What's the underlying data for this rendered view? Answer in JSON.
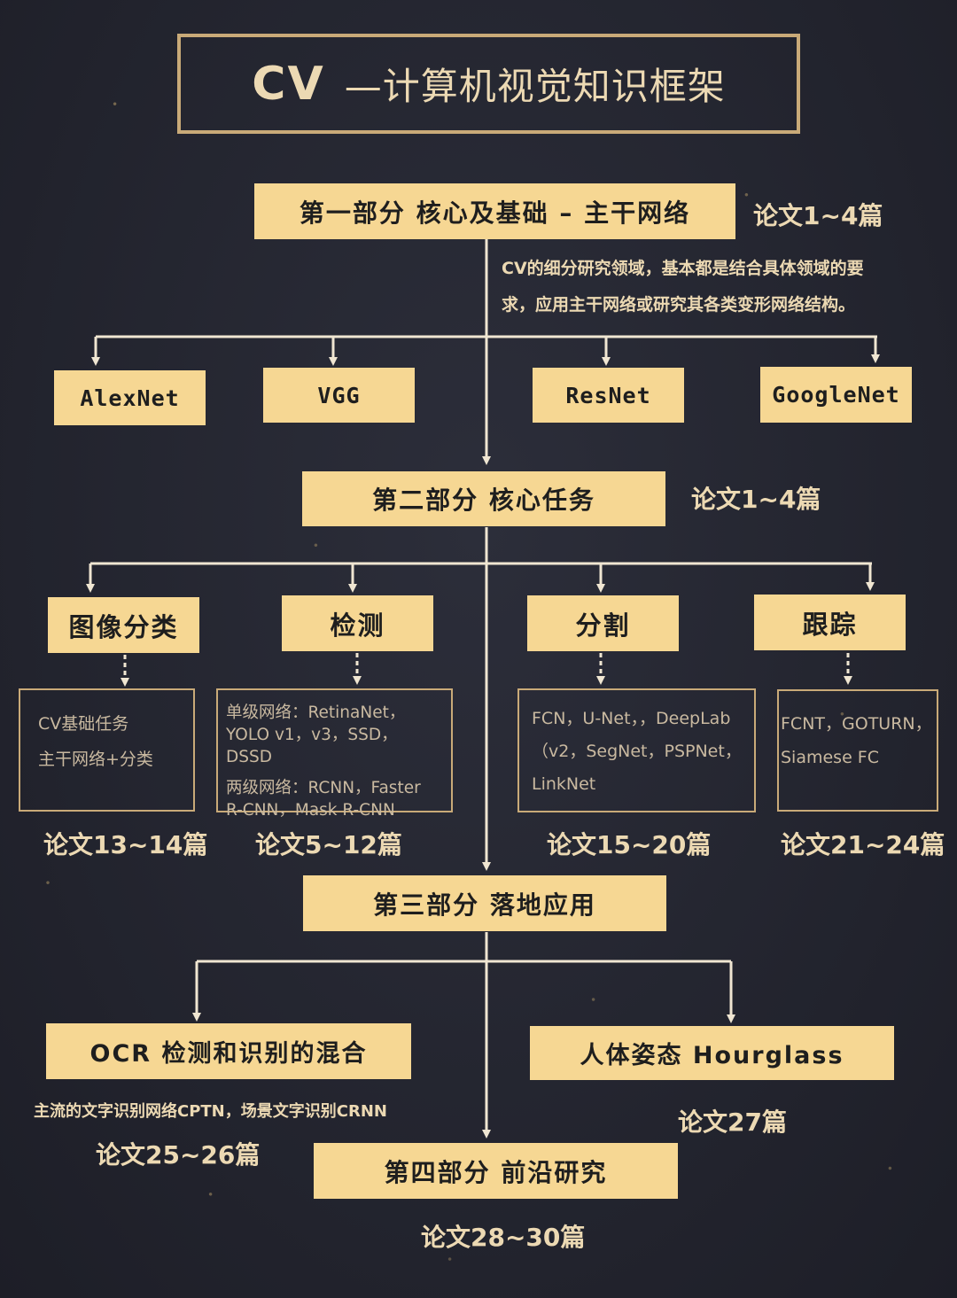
{
  "title": {
    "cv": "CV",
    "rest": "—计算机视觉知识框架"
  },
  "parts": {
    "p1": {
      "label": "第一部分  核心及基础 – 主干网络",
      "papers": "论文1~4篇"
    },
    "p1_note": {
      "line1": "CV的细分研究领域，基本都是结合具体领域的要",
      "line2": "求，应用主干网络或研究其各类变形网络结构。"
    },
    "p2": {
      "label": "第二部分  核心任务",
      "papers": "论文1~4篇"
    },
    "p3": {
      "label": "第三部分  落地应用"
    },
    "p4": {
      "label": "第四部分  前沿研究",
      "papers": "论文28~30篇"
    }
  },
  "backbones": [
    "AlexNet",
    "VGG",
    "ResNet",
    "GoogleNet"
  ],
  "tasks": [
    {
      "label": "图像分类",
      "lines": [
        "CV基础任务",
        "主干网络+分类"
      ],
      "papers": "论文13~14篇"
    },
    {
      "label": "检测",
      "lines": [
        "单级网络：RetinaNet，",
        "YOLO v1，v3，SSD，DSSD",
        "两级网络：RCNN，Faster",
        "R-CNN，Mask R-CNN"
      ],
      "papers": "论文5~12篇"
    },
    {
      "label": "分割",
      "lines": [
        "FCN，U-Net，，DeepLab",
        "（v2，SegNet，PSPNet，",
        "LinkNet"
      ],
      "papers": "论文15~20篇"
    },
    {
      "label": "跟踪",
      "lines": [
        "FCNT，GOTURN，",
        "Siamese FC"
      ],
      "papers": "论文21~24篇"
    }
  ],
  "apps": [
    {
      "label": "OCR 检测和识别的混合",
      "note": "主流的文字识别网络CPTN，场景文字识别CRNN",
      "papers": "论文25~26篇"
    },
    {
      "label": "人体姿态 Hourglass",
      "papers": "论文27篇"
    }
  ]
}
